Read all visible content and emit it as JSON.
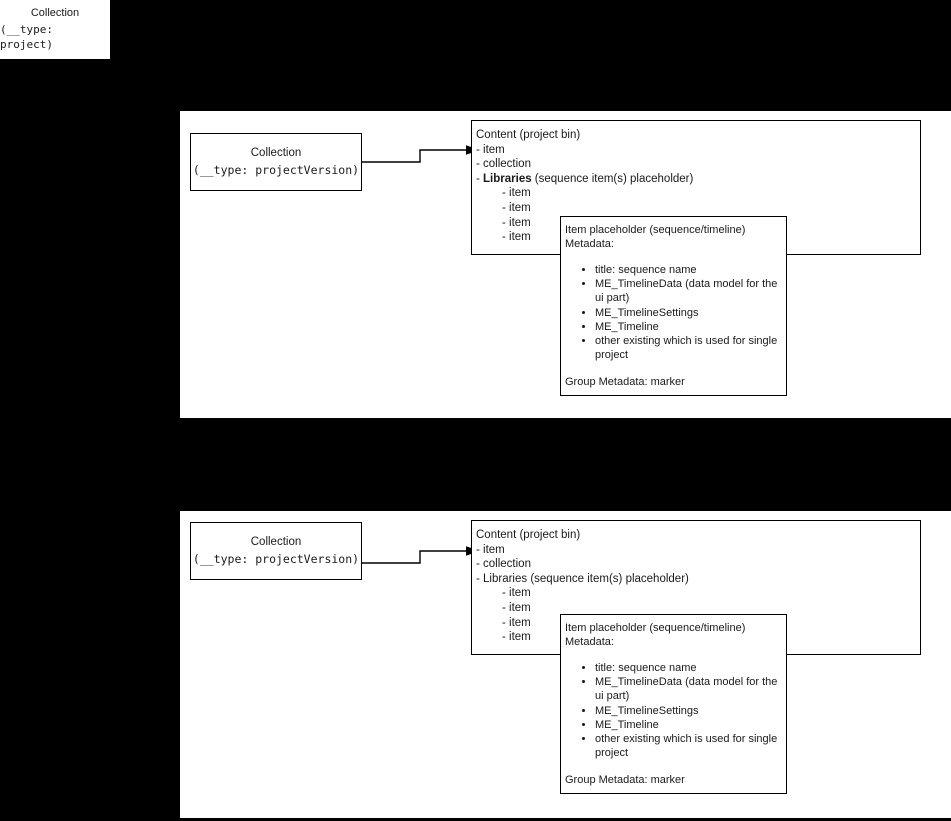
{
  "background_color": "#000000",
  "panel_color": "#ffffff",
  "stroke_color": "#000000",
  "corner_note": {
    "title": "Collection",
    "type_line": "(__type: project)"
  },
  "diagrams": [
    {
      "id": "top",
      "collection": {
        "title": "Collection",
        "type_line": "(__type: projectVersion)"
      },
      "content": {
        "header": "Content (project bin)",
        "rows": [
          "- item",
          "- collection"
        ],
        "libraries_label": "Libraries",
        "libraries_bold": true,
        "libraries_dash": "- ",
        "libraries_suffix": " (sequence item(s) placeholder)",
        "children": [
          "- item",
          "- item",
          "- item",
          "- item"
        ]
      },
      "metadata": {
        "header": "Item placeholder (sequence/timeline)",
        "subheader": "Metadata:",
        "bullets": [
          "title: sequence name",
          "ME_TimelineData (data model for the ui part)",
          "ME_TimelineSettings",
          "ME_Timeline",
          "other existing which is used for single project"
        ],
        "footer": "Group Metadata: marker"
      }
    },
    {
      "id": "bottom",
      "collection": {
        "title": "Collection",
        "type_line": "(__type: projectVersion)"
      },
      "content": {
        "header": "Content (project bin)",
        "rows": [
          "- item",
          "- collection"
        ],
        "libraries_label": "Libraries",
        "libraries_bold": false,
        "libraries_dash": "- ",
        "libraries_suffix": " (sequence item(s) placeholder)",
        "children": [
          "- item",
          "- item",
          "- item",
          "- item"
        ]
      },
      "metadata": {
        "header": "Item placeholder (sequence/timeline)",
        "subheader": "Metadata:",
        "bullets": [
          "title: sequence name",
          "ME_TimelineData (data model for the ui part)",
          "ME_TimelineSettings",
          "ME_Timeline",
          "other existing which is used for single project"
        ],
        "footer": "Group Metadata: marker"
      }
    }
  ]
}
